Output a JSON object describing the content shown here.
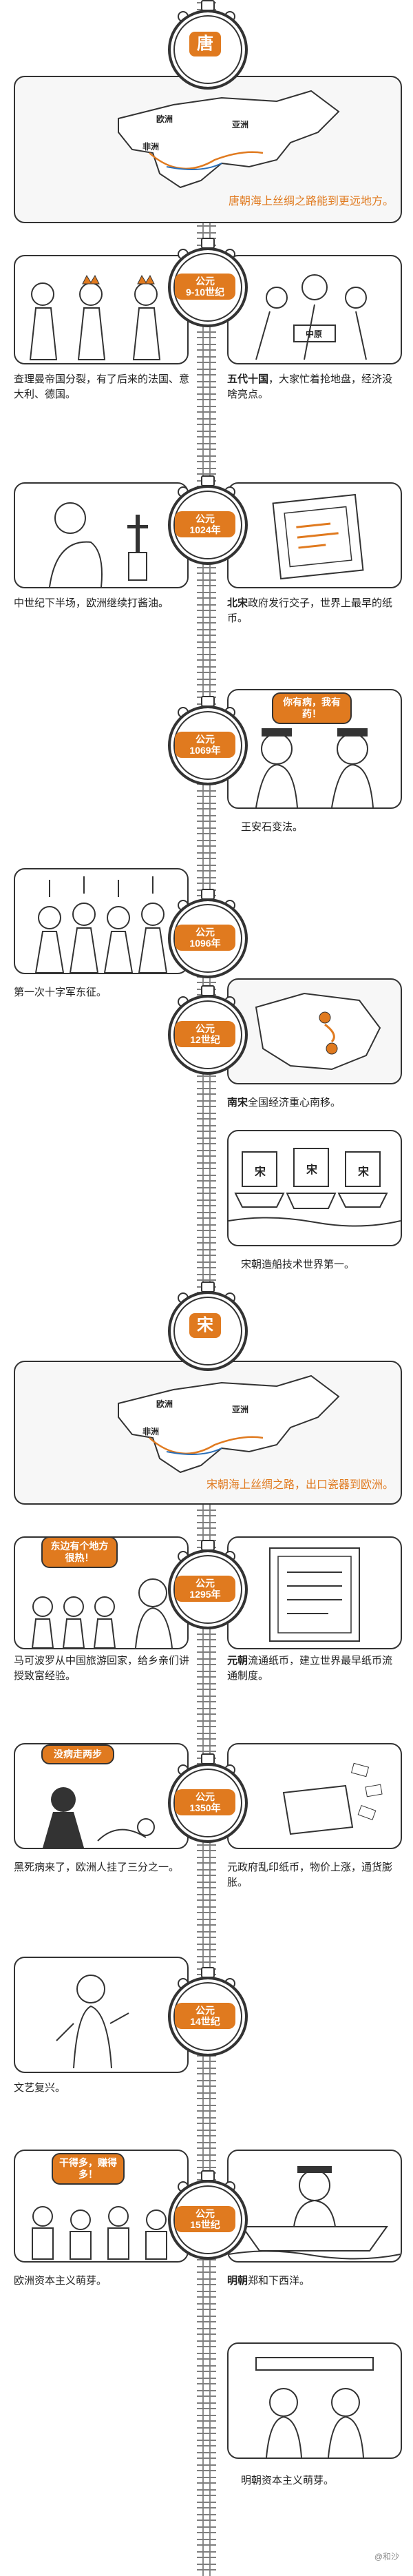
{
  "stamps": [
    {
      "id": "tang",
      "text": "唐"
    },
    {
      "id": "s1",
      "text": "公元\n9-10世纪"
    },
    {
      "id": "s2",
      "text": "公元\n1024年"
    },
    {
      "id": "s3",
      "text": "公元\n1069年"
    },
    {
      "id": "s4",
      "text": "公元\n1096年"
    },
    {
      "id": "s5",
      "text": "公元\n12世纪"
    },
    {
      "id": "song",
      "text": "宋"
    },
    {
      "id": "s6",
      "text": "公元\n1295年"
    },
    {
      "id": "s7",
      "text": "公元\n1350年"
    },
    {
      "id": "s8",
      "text": "公元\n14世纪"
    },
    {
      "id": "s9",
      "text": "公元\n15世纪"
    }
  ],
  "map_tang": {
    "europe": "欧洲",
    "asia": "亚洲",
    "africa": "非洲",
    "caption": "唐朝海上丝绸之路能到更远地方。"
  },
  "map_song": {
    "europe": "欧洲",
    "asia": "亚洲",
    "africa": "非洲",
    "caption": "宋朝海上丝绸之路，出口瓷器到欧洲。"
  },
  "cap1_left": "查理曼帝国分裂，有了后来的法国、意大利、德国。",
  "cap1_right_bold": "五代十国",
  "cap1_right": "，大家忙着抢地盘，经济没啥亮点。",
  "cap1_sign": "中原",
  "cap2_left": "中世纪下半场，欧洲继续打酱油。",
  "cap2_right_bold": "北宋",
  "cap2_right": "政府发行交子，世界上最早的纸币。",
  "bubble3": "你有病，我有药！",
  "cap3": "王安石变法。",
  "cap4": "第一次十字军东征。",
  "cap5_bold": "南宋",
  "cap5": "全国经济重心南移。",
  "cap5b": "宋朝造船技术世界第一。",
  "ship_sail": "宋",
  "bubble6": "东边有个地方很热！",
  "cap6_left": "马可波罗从中国旅游回家，给乡亲们讲授致富经验。",
  "cap6_right_bold": "元朝",
  "cap6_right": "流通纸币，建立世界最早纸币流通制度。",
  "bubble7": "没病走两步",
  "cap7_left": "黑死病来了，欧洲人挂了三分之一。",
  "cap7_right": "元政府乱印纸币，物价上涨，通货膨胀。",
  "cap8": "文艺复兴。",
  "bubble9": "干得多，赚得多！",
  "cap9_left": "欧洲资本主义萌芽。",
  "cap9_right_bold": "明朝",
  "cap9_right": "郑和下西洋。",
  "cap10": "明朝资本主义萌芽。",
  "watermark": "@和沙"
}
